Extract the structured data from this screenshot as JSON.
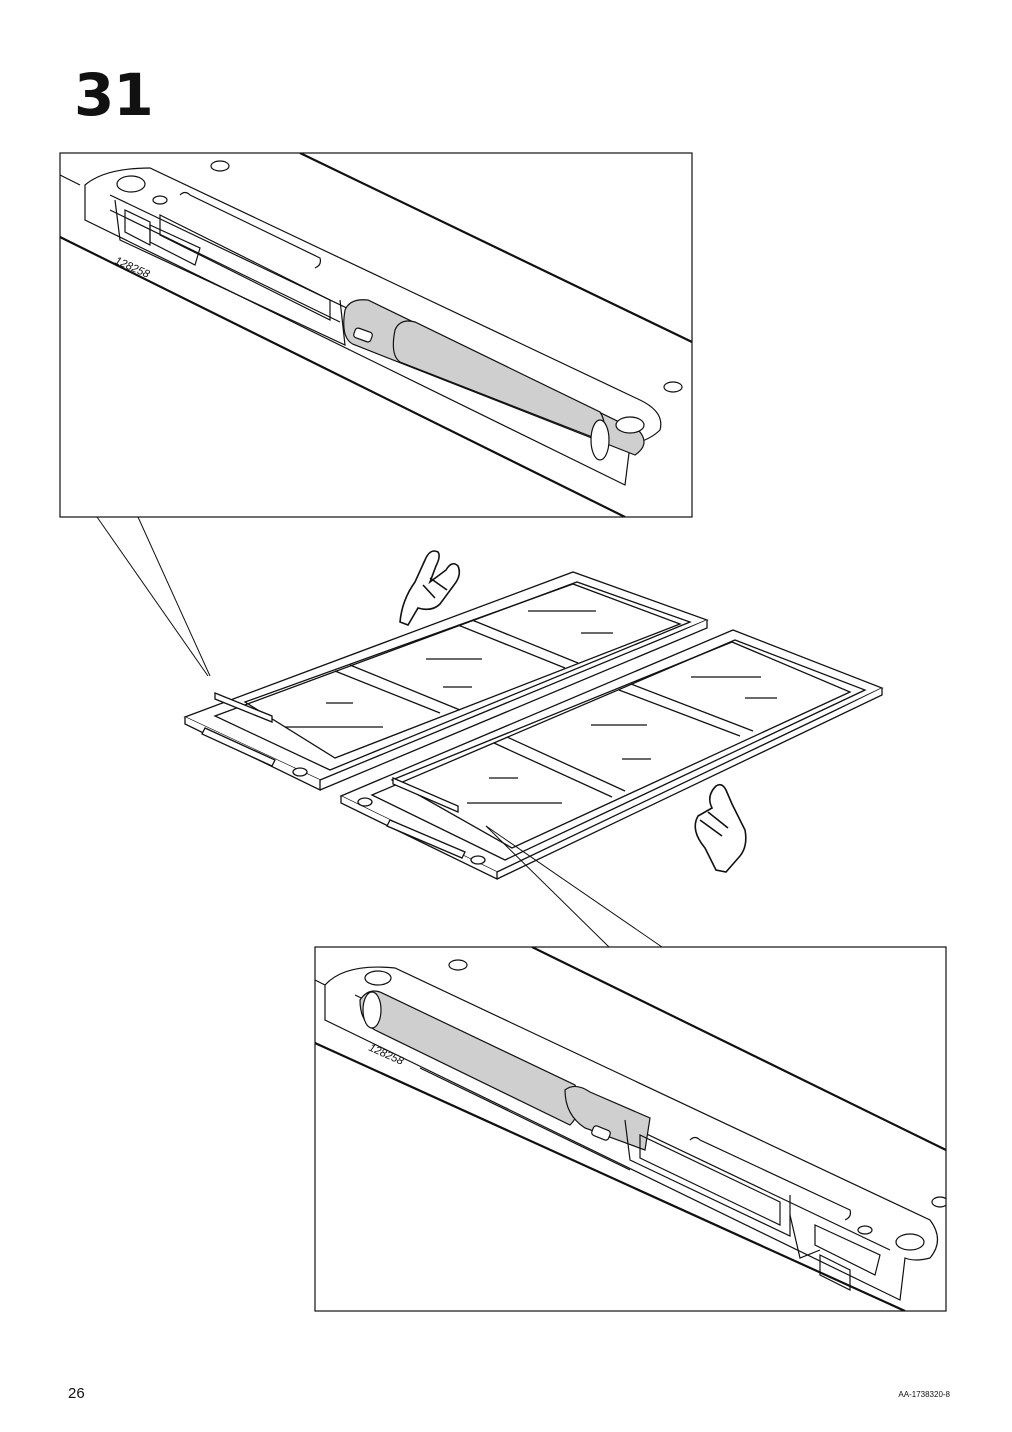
{
  "step": {
    "number": "31"
  },
  "detail_top": {
    "part_number": "128258"
  },
  "detail_bottom": {
    "part_number": "128258"
  },
  "footer": {
    "page_number": "26",
    "document_code": "AA-1738320-8"
  },
  "colors": {
    "line": "#111111",
    "damper_fill": "#cfcfcf",
    "paper": "#ffffff"
  },
  "icons": [
    "pointing-hand-icon",
    "pointing-hand-icon"
  ]
}
